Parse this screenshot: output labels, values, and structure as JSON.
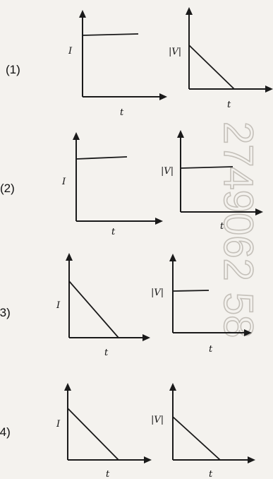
{
  "options": [
    {
      "label": "(1)",
      "left": {
        "axis_label": "I",
        "time_label": "t",
        "curve": "constant"
      },
      "right": {
        "axis_label": "|V|",
        "time_label": "t",
        "curve": "decreasing"
      }
    },
    {
      "label": "(2)",
      "left": {
        "axis_label": "I",
        "time_label": "t",
        "curve": "constant"
      },
      "right": {
        "axis_label": "|V|",
        "time_label": "t",
        "curve": "constant"
      }
    },
    {
      "label": "(3)",
      "left": {
        "axis_label": "I",
        "time_label": "t",
        "curve": "decreasing"
      },
      "right": {
        "axis_label": "|V|",
        "time_label": "t",
        "curve": "constant"
      }
    },
    {
      "label": "(4)",
      "left": {
        "axis_label": "I",
        "time_label": "t",
        "curve": "decreasing"
      },
      "right": {
        "axis_label": "|V|",
        "time_label": "t",
        "curve": "decreasing"
      }
    }
  ],
  "watermark": "2749062 58"
}
